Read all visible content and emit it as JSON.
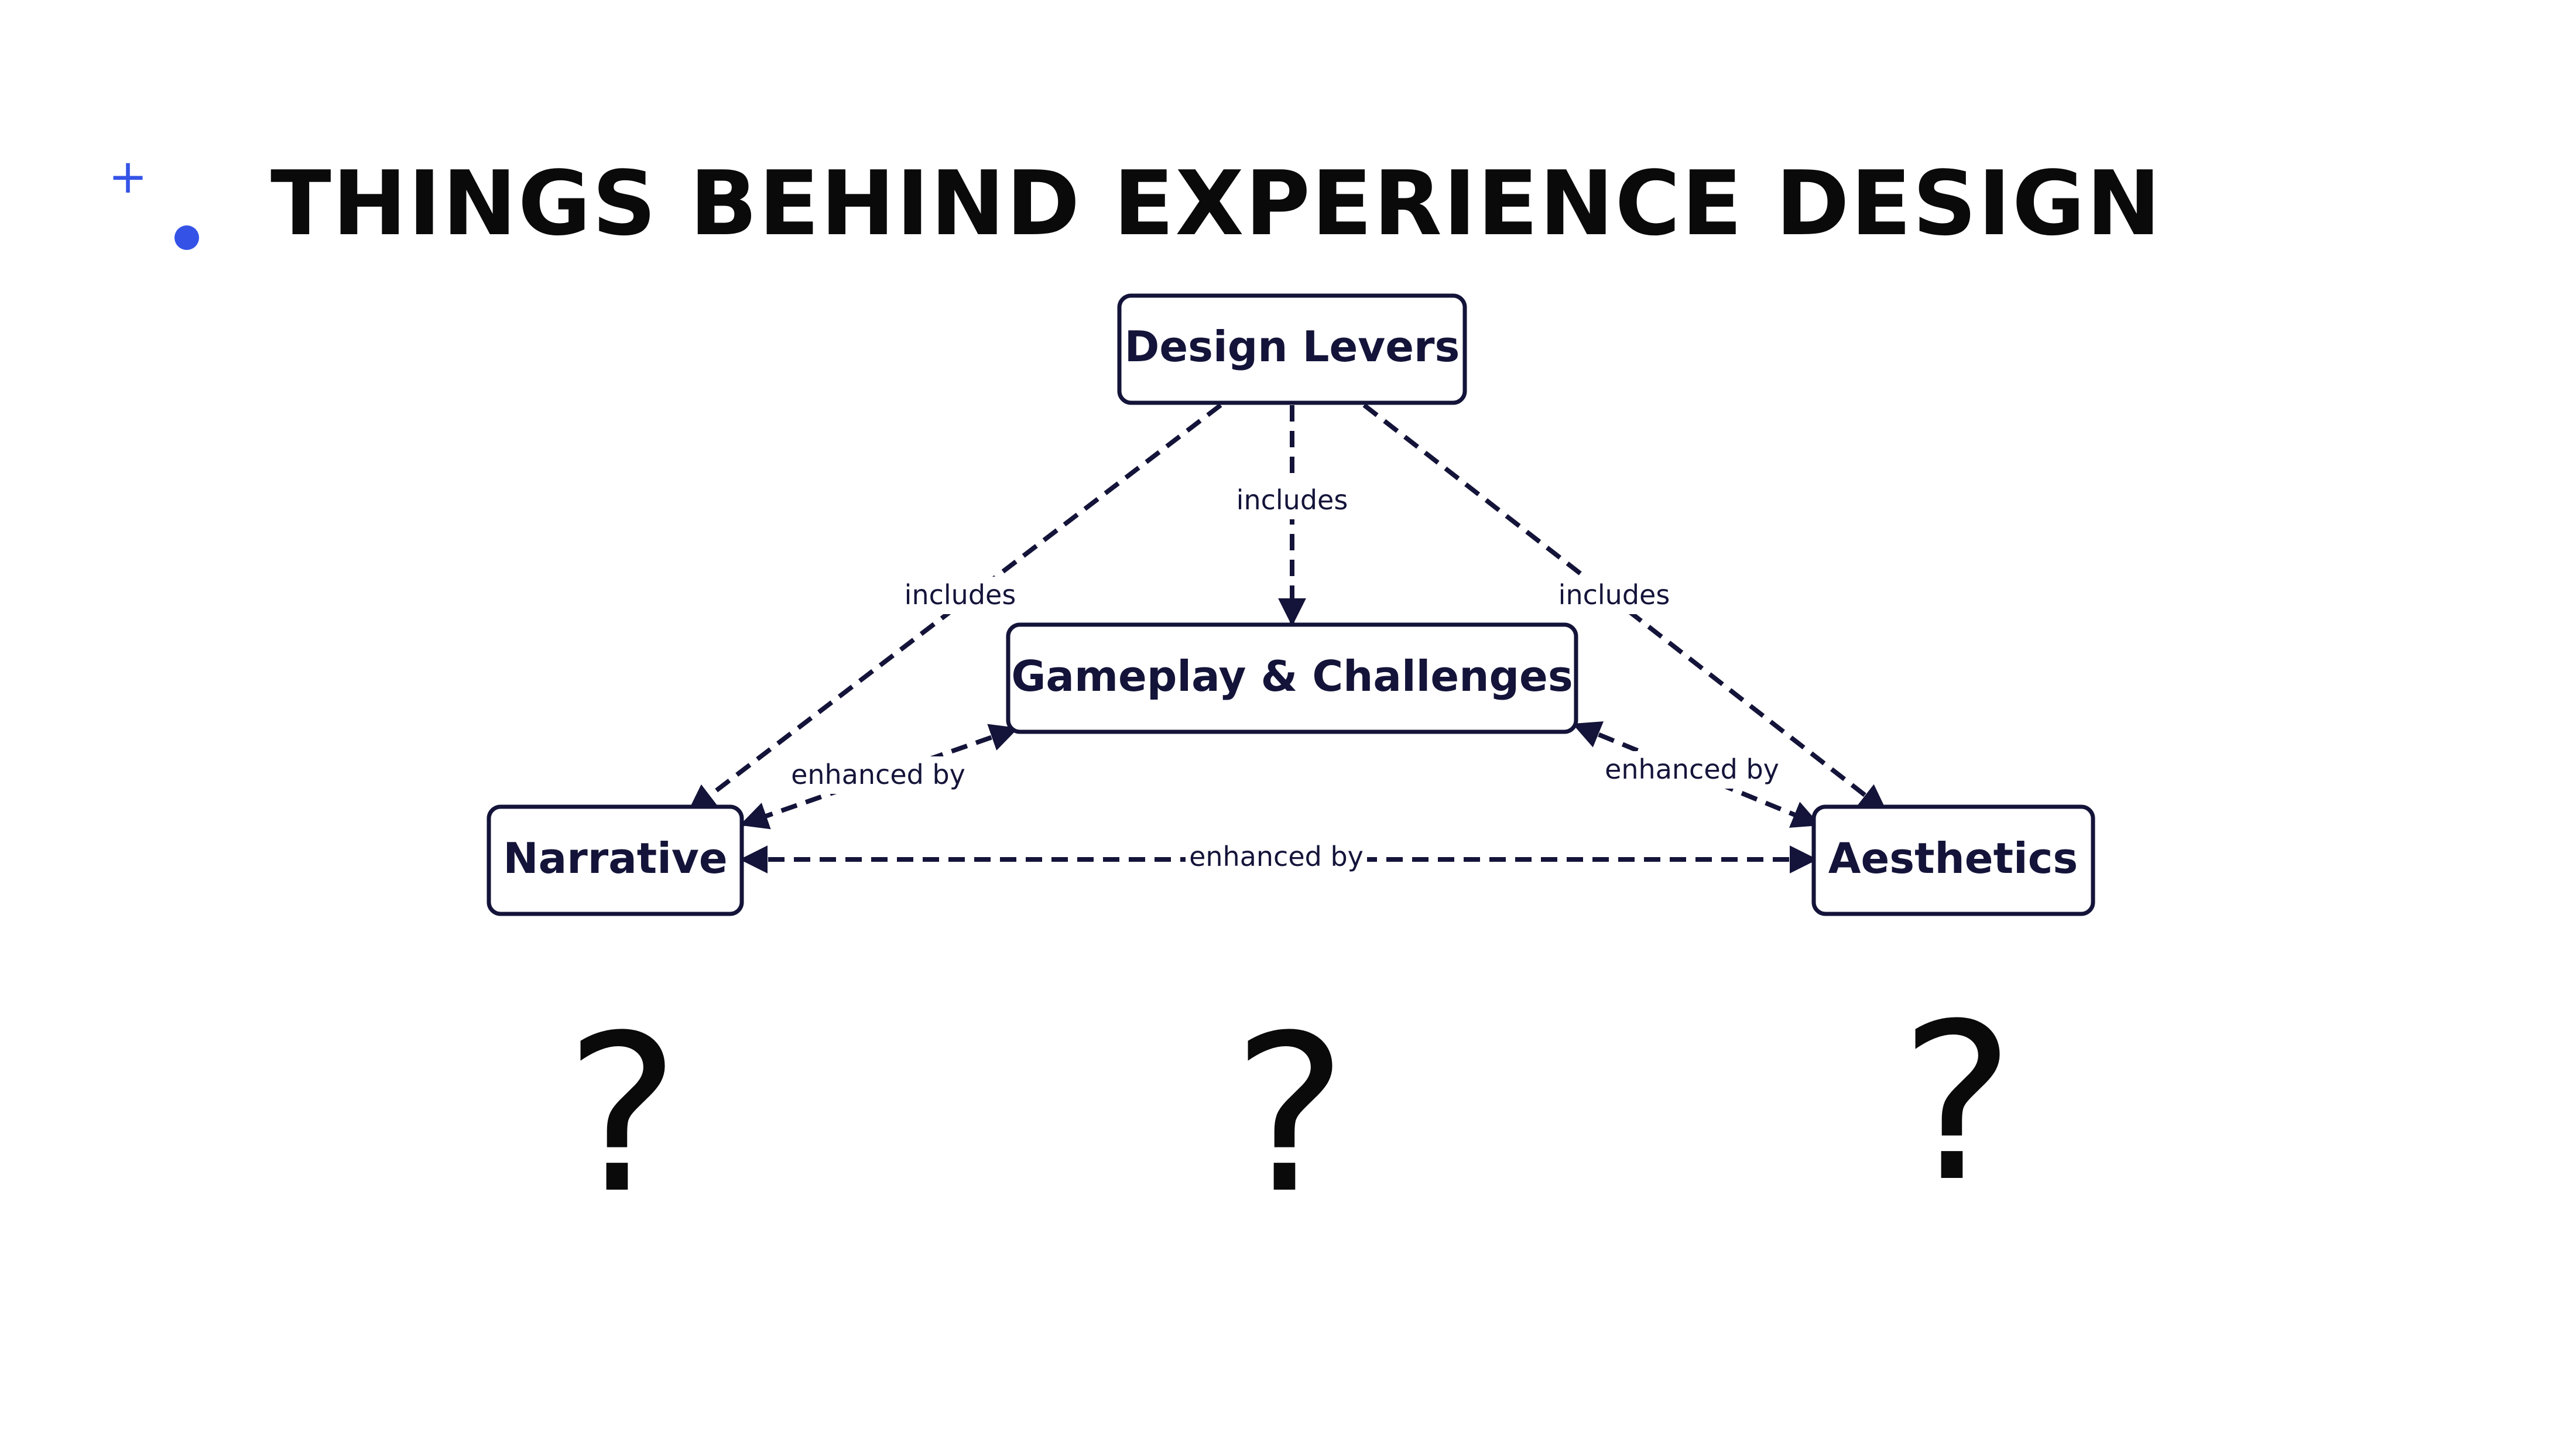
{
  "slide": {
    "title": "THINGS BEHIND EXPERIENCE DESIGN",
    "plus_glyph": "+",
    "accent_color": "#3453e6"
  },
  "diagram": {
    "nodes": {
      "design_levers": "Design Levers",
      "gameplay": "Gameplay & Challenges",
      "narrative": "Narrative",
      "aesthetics": "Aesthetics"
    },
    "edges": {
      "levers_to_narrative": "includes",
      "levers_to_gameplay": "includes",
      "levers_to_aesthetics": "includes",
      "gameplay_narrative": "enhanced by",
      "gameplay_aesthetics": "enhanced by",
      "narrative_aesthetics": "enhanced by"
    },
    "line_color": "#14143a"
  },
  "question_marks": [
    "?",
    "?",
    "?"
  ]
}
